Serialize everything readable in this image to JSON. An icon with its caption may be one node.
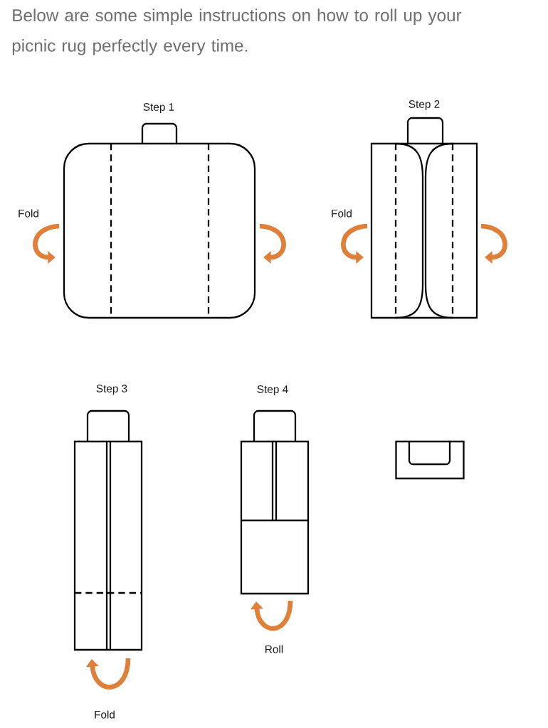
{
  "diagram": {
    "title": "Below are some simple instructions on how to roll up your picnic rug perfectly every time.",
    "nodes": [
      {
        "text": [
          "Step 1"
        ]
      },
      {
        "text": [
          "Step 2"
        ]
      },
      {
        "text": [
          "Step 3"
        ]
      },
      {
        "text": [
          "Step 4"
        ]
      },
      {
        "text": [],
        "shape": "box"
      }
    ],
    "labels": [
      "Fold",
      "Fold",
      "Roll",
      "Fold"
    ]
  }
}
